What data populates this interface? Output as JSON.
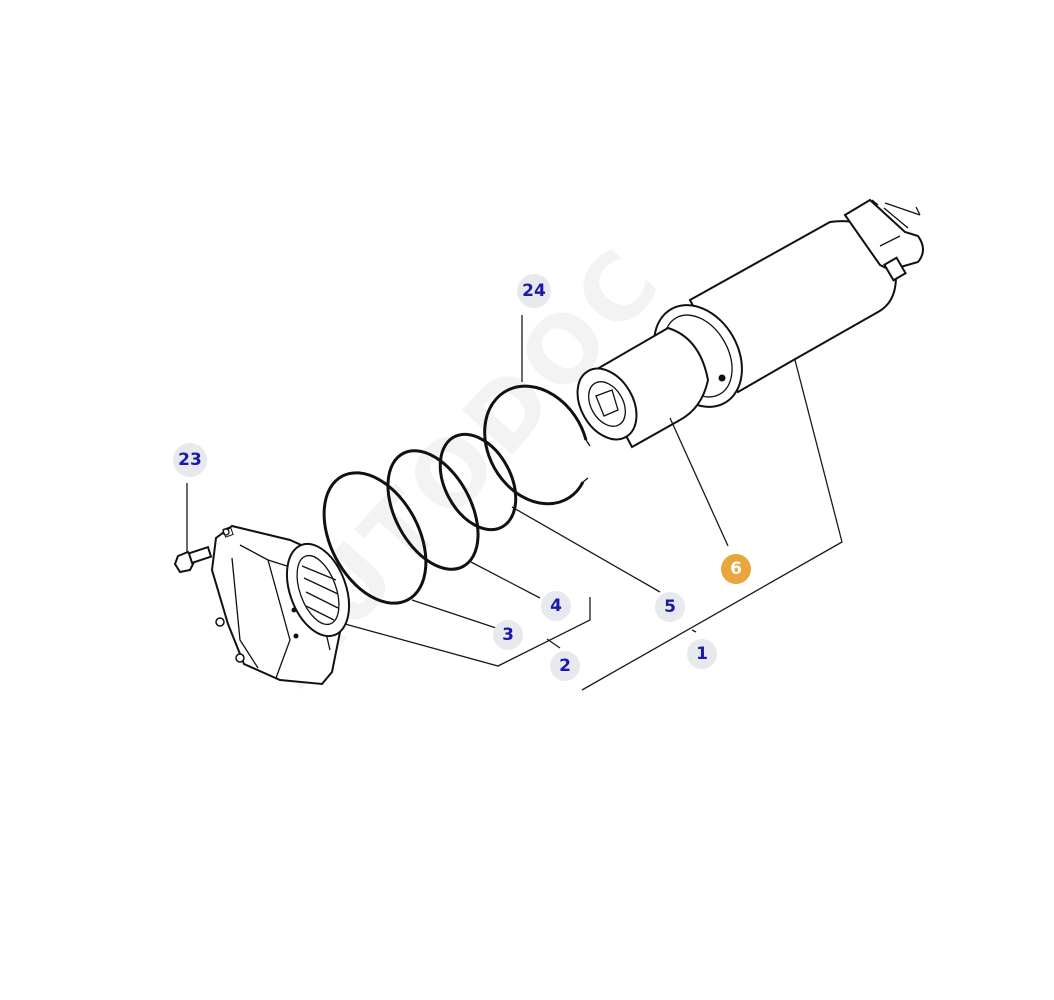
{
  "diagram": {
    "callouts": [
      {
        "id": "c24",
        "label": "24",
        "active": false
      },
      {
        "id": "c23",
        "label": "23",
        "active": false
      },
      {
        "id": "c6",
        "label": "6",
        "active": true
      },
      {
        "id": "c4",
        "label": "4",
        "active": false
      },
      {
        "id": "c5",
        "label": "5",
        "active": false
      },
      {
        "id": "c3",
        "label": "3",
        "active": false
      },
      {
        "id": "c1",
        "label": "1",
        "active": false
      },
      {
        "id": "c2",
        "label": "2",
        "active": false
      }
    ],
    "colors": {
      "callout_bg": "#e8e8ef",
      "callout_active_bg": "#e8a63c",
      "callout_text": "#1a1aa6",
      "line": "#111111"
    }
  }
}
